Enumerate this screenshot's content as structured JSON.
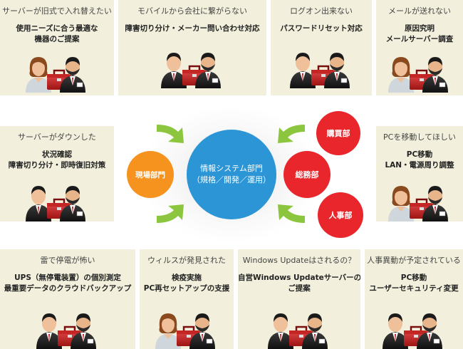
{
  "cards": [
    {
      "problem": "サーバーが旧式で入れ替えたい",
      "solution": [
        "使用ニーズに合う最適な",
        "機器のご提案"
      ]
    },
    {
      "problem": "モバイルから会社に繋がらない",
      "solution": [
        "障害切り分け・メーカー問い合わせ対応"
      ]
    },
    {
      "problem": "ログオン出来ない",
      "solution": [
        "パスワードリセット対応"
      ]
    },
    {
      "problem": "メールが送れない",
      "solution": [
        "原因究明",
        "メールサーバー調査"
      ]
    },
    {
      "problem": "サーバーがダウンした",
      "solution": [
        "状況確認",
        "障害切り分け・即時復旧対策"
      ]
    },
    {
      "problem": "PCを移動してほしい",
      "solution": [
        "PC移動",
        "LAN・電源周り調整"
      ]
    },
    {
      "problem": "雷で停電が怖い",
      "solution": [
        "UPS（無停電装置）の個別測定",
        "最重要データのクラウドバックアップ"
      ]
    },
    {
      "problem": "ウィルスが発見された",
      "solution": [
        "検疫実施",
        "PC再セットアップの支援"
      ]
    },
    {
      "problem": "Windows Updateはされるの？",
      "solution": [
        "自営Windows Updateサーバーの",
        "ご提案"
      ]
    },
    {
      "problem": "人事異動が予定されている",
      "solution": [
        "PC移動",
        "ユーザーセキュリティ変更"
      ]
    }
  ],
  "center": {
    "line1": "情報システム部門",
    "line2": "（規格／開発／運用）"
  },
  "field_dept": "現場部門",
  "departments": [
    "購買部",
    "総務部",
    "人事部"
  ],
  "colors": {
    "card_bg": "#f2f0dc",
    "center_blue": "#2b95d6",
    "field_orange": "#f6931f",
    "dept_red": "#e8262c",
    "arrow_green": "#8cc63f"
  }
}
